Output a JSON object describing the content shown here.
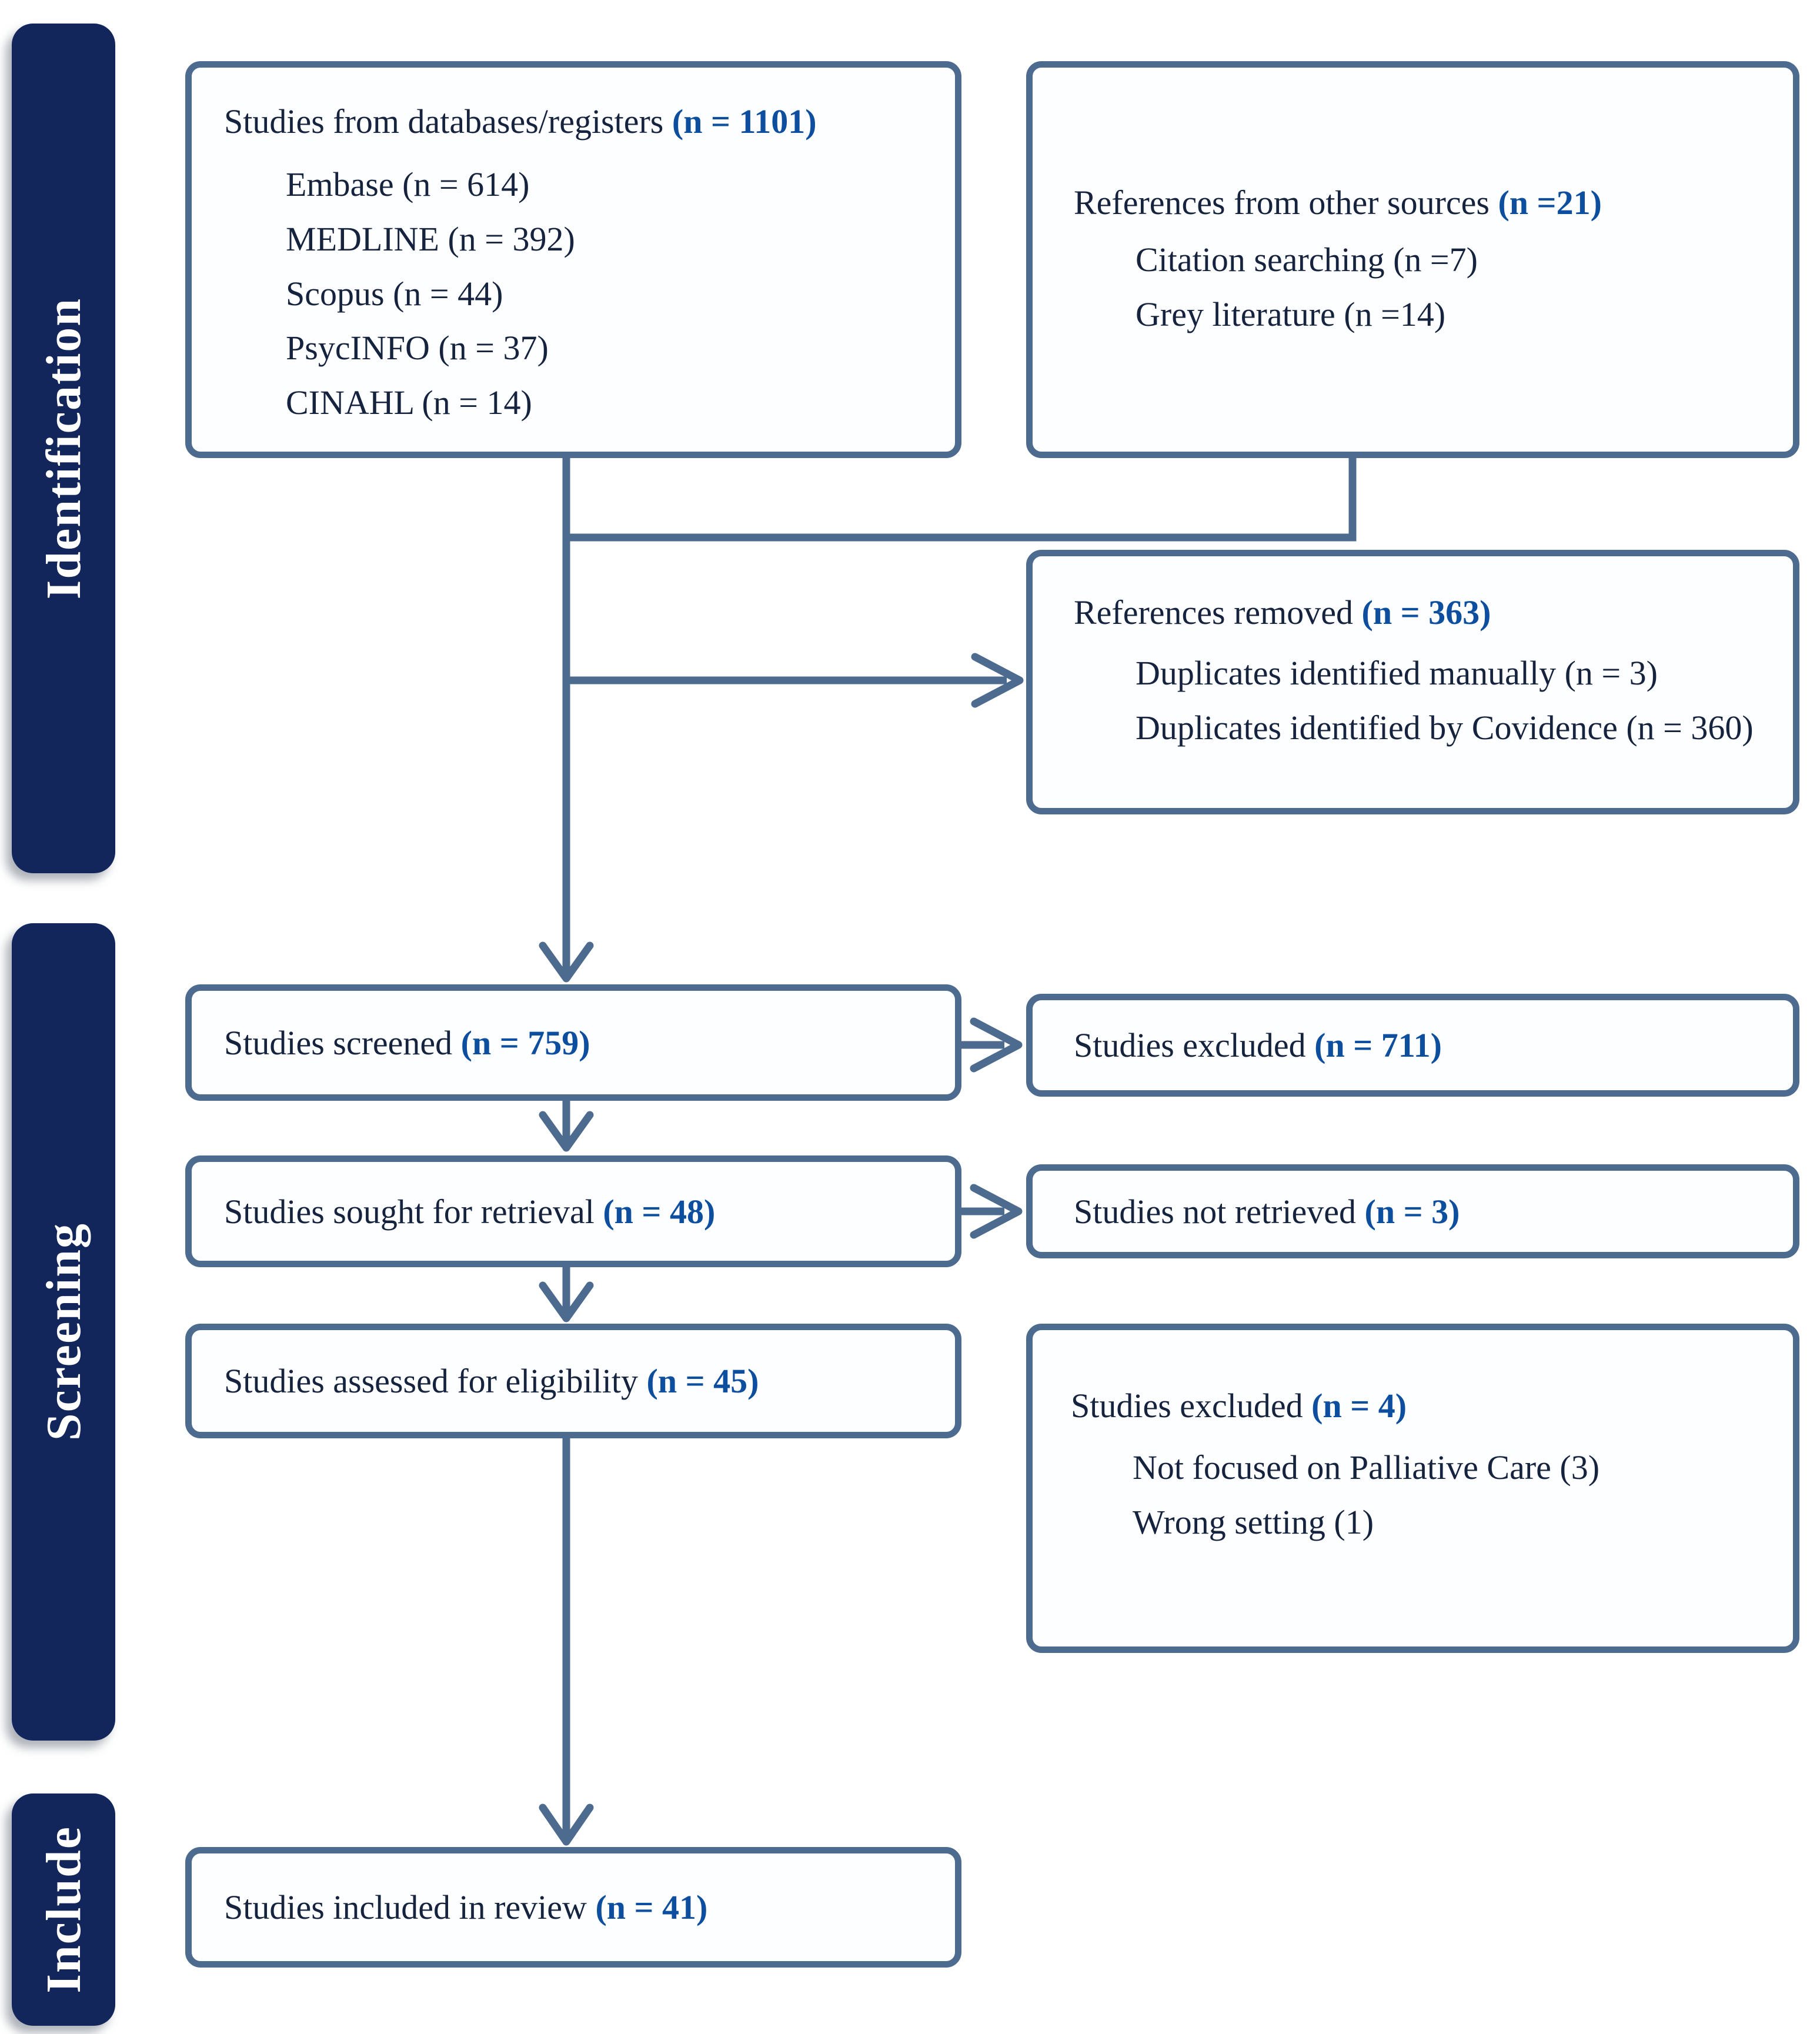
{
  "diagram": {
    "type": "prisma-flow",
    "sidebar": {
      "identification": "Identification",
      "screening": "Screening",
      "include": "Include"
    },
    "boxes": {
      "databases": {
        "label": "Studies from databases/registers",
        "n": "(n = 1101)",
        "items": [
          "Embase (n = 614)",
          "MEDLINE (n = 392)",
          "Scopus (n = 44)",
          "PsycINFO (n = 37)",
          "CINAHL (n = 14)"
        ]
      },
      "other_sources": {
        "label": "References from other sources",
        "n": "(n =21)",
        "items": [
          "Citation searching (n =7)",
          "Grey literature (n =14)"
        ]
      },
      "references_removed": {
        "label": "References removed",
        "n": "(n = 363)",
        "items": [
          "Duplicates identified manually (n = 3)",
          "Duplicates identified by Covidence (n = 360)"
        ]
      },
      "screened": {
        "label": "Studies screened",
        "n": "(n = 759)"
      },
      "excluded_screening": {
        "label": "Studies excluded",
        "n": "(n = 711)"
      },
      "sought": {
        "label": "Studies sought for retrieval",
        "n": "(n = 48)"
      },
      "not_retrieved": {
        "label": "Studies not retrieved",
        "n": "(n = 3)"
      },
      "assessed": {
        "label": "Studies assessed for eligibility",
        "n": "(n = 45)"
      },
      "excluded_eligibility": {
        "label": "Studies excluded",
        "n": "(n = 4)",
        "items": [
          "Not focused on Palliative Care (3)",
          "Wrong setting (1)"
        ]
      },
      "included": {
        "label": "Studies included in review",
        "n": "(n = 41)"
      }
    },
    "colors": {
      "stage_bar": "#12265c",
      "box_border": "#4d6b8e",
      "connector": "#4d6b8e",
      "accent_blue": "#0d4f9e",
      "text": "#16233e",
      "background": "#ffffff"
    }
  }
}
